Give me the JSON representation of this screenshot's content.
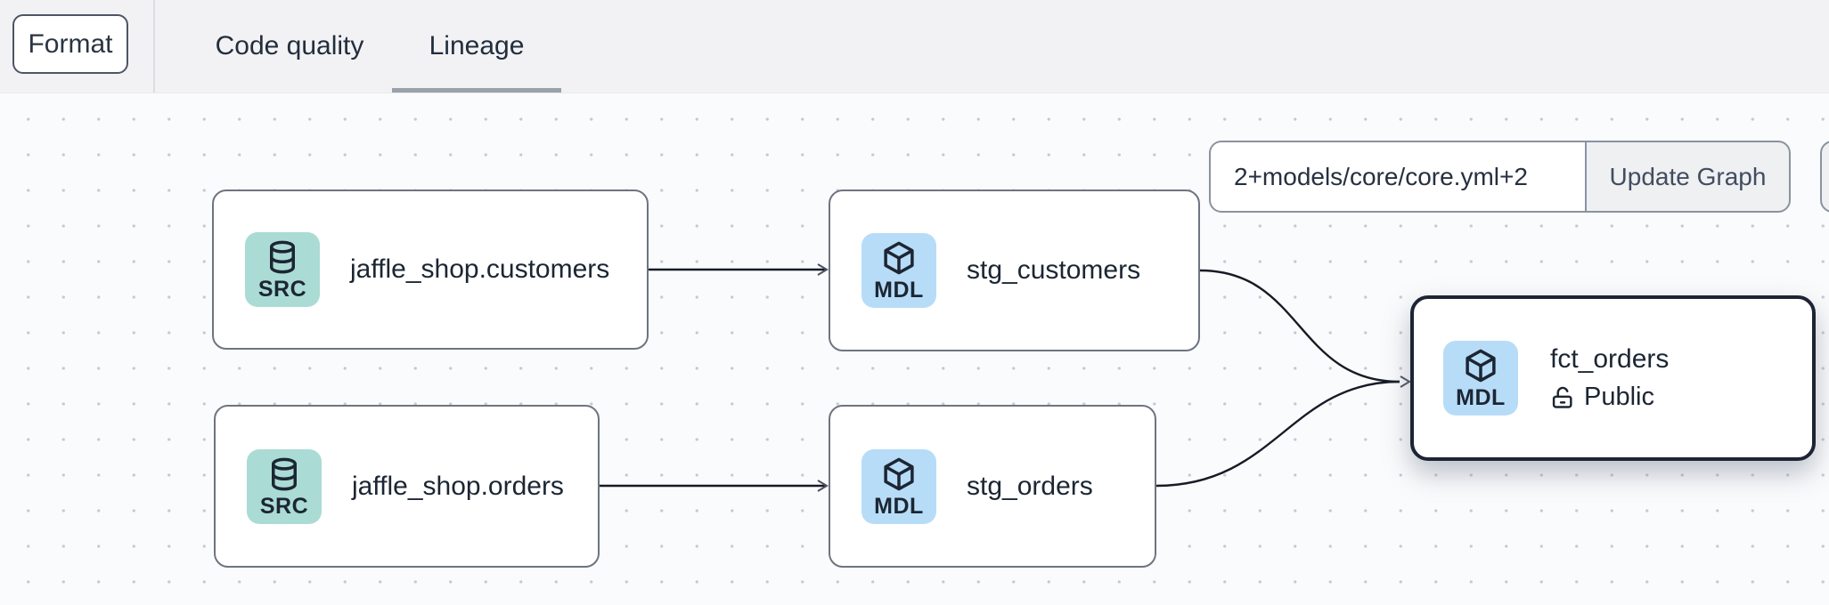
{
  "topbar": {
    "format_button": "Format",
    "tabs": [
      {
        "label": "Code quality",
        "active": false
      },
      {
        "label": "Lineage",
        "active": true
      }
    ]
  },
  "toolbar": {
    "selector_value": "2+models/core/core.yml+2",
    "update_button": "Update Graph"
  },
  "canvas": {
    "nodes": [
      {
        "id": "jaffle_shop.customers",
        "label": "jaffle_shop.customers",
        "badge": "SRC",
        "type": "source",
        "icon": "database-icon",
        "selected": false
      },
      {
        "id": "stg_customers",
        "label": "stg_customers",
        "badge": "MDL",
        "type": "model",
        "icon": "cube-icon",
        "selected": false
      },
      {
        "id": "jaffle_shop.orders",
        "label": "jaffle_shop.orders",
        "badge": "SRC",
        "type": "source",
        "icon": "database-icon",
        "selected": false
      },
      {
        "id": "stg_orders",
        "label": "stg_orders",
        "badge": "MDL",
        "type": "model",
        "icon": "cube-icon",
        "selected": false
      },
      {
        "id": "fct_orders",
        "label": "fct_orders",
        "badge": "MDL",
        "type": "model",
        "icon": "cube-icon",
        "access": "Public",
        "access_icon": "unlock-icon",
        "selected": true
      }
    ],
    "edges": [
      {
        "from": "jaffle_shop.customers",
        "to": "stg_customers"
      },
      {
        "from": "jaffle_shop.orders",
        "to": "stg_orders"
      },
      {
        "from": "stg_customers",
        "to": "fct_orders"
      },
      {
        "from": "stg_orders",
        "to": "fct_orders"
      }
    ]
  },
  "colors": {
    "topbar_bg": "#f2f2f4",
    "canvas_bg": "#fafbfc",
    "canvas_dot": "#c6c9cf",
    "source_badge": "#abdbd5",
    "model_badge": "#b7dcf8",
    "node_border": "#6e7480",
    "node_border_selected": "#1d2433",
    "edge": "#161b26",
    "tab_underline": "#9aa1ab",
    "text_dark": "#1c2633"
  }
}
